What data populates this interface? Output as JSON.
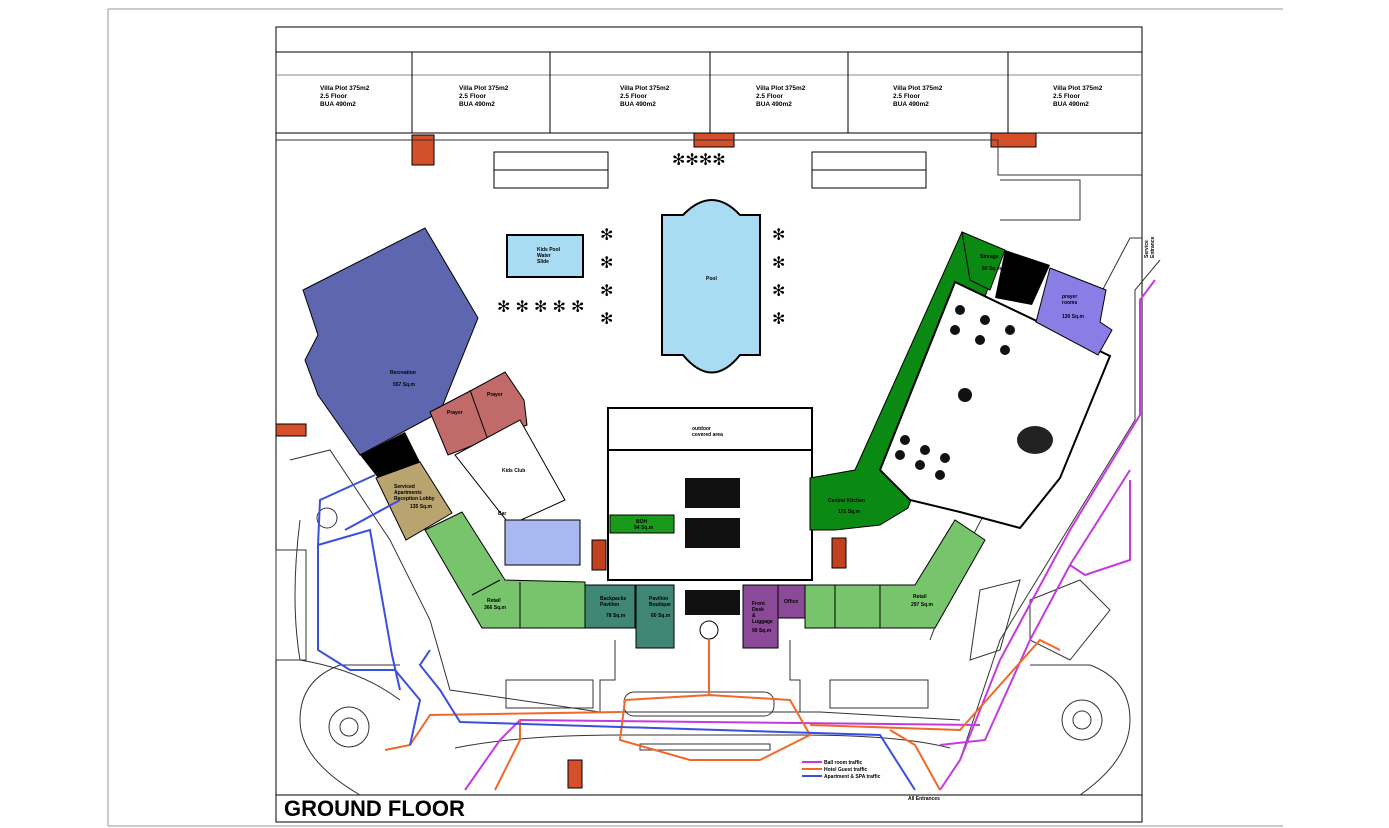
{
  "plan": {
    "title": "GROUND FLOOR",
    "villas": [
      {
        "l1": "Villa Plot 375m2",
        "l2": "2.5 Floor",
        "l3": "BUA 490m2"
      },
      {
        "l1": "Villa Plot 375m2",
        "l2": "2.5 Floor",
        "l3": "BUA 490m2"
      },
      {
        "l1": "Villa Plot 375m2",
        "l2": "2.5 Floor",
        "l3": "BUA 490m2"
      },
      {
        "l1": "Villa Plot 375m2",
        "l2": "2.5 Floor",
        "l3": "BUA 490m2"
      },
      {
        "l1": "Villa Plot 375m2",
        "l2": "2.5 Floor",
        "l3": "BUA 490m2"
      },
      {
        "l1": "Villa Plot 375m2",
        "l2": "2.5 Floor",
        "l3": "BUA 490m2"
      }
    ],
    "rooms": {
      "kids_pool": [
        "Kids Pool",
        "Water",
        "Slide"
      ],
      "pool": "Pool",
      "recreation": [
        "Recreation",
        "557 Sq.m"
      ],
      "prayer1": "Prayer",
      "prayer2": "Prayer",
      "serviced": [
        "Serviced",
        "Apartments",
        "Reception Lobby",
        "135 Sq.m"
      ],
      "kids_club": "Kids Club",
      "bar": "Bar",
      "outdoor": [
        "outdoor",
        "covered area"
      ],
      "boh": [
        "BOH",
        "54 Sq.m"
      ],
      "backpacks": [
        "Backpacks",
        "Pavilion",
        "78 Sq.m"
      ],
      "boutique": [
        "Pavilion",
        "Boutique",
        "60 Sq.m"
      ],
      "front_desk": [
        "Front",
        "Desk",
        "&",
        "Luggage",
        "90 Sq.m"
      ],
      "office": "Office",
      "retail_left": [
        "Retail",
        "366 Sq.m"
      ],
      "retail_right": [
        "Retail",
        "297 Sq.m"
      ],
      "central_kitchen": [
        "Central Kitchen",
        "171 Sq.m"
      ],
      "storage": [
        "Storage",
        "60 Sq.m"
      ],
      "prayer_rooms": [
        "prayer",
        "rooms",
        "130 Sq.m"
      ],
      "service_entrance": [
        "Service",
        "Entrance"
      ]
    },
    "legend": [
      {
        "label": "Ball room traffic",
        "color": "#c43ae0"
      },
      {
        "label": "Hotel Guest traffic",
        "color": "#f0682a"
      },
      {
        "label": "Apartment & SPA traffic",
        "color": "#3a4fe0"
      }
    ],
    "entrance": "All Entrances",
    "colors": {
      "recreation": "#5f66b0",
      "prayer": "#c06a6a",
      "lobby": "#b9a36e",
      "retail": "#77c46c",
      "kitchen": "#0a8a12",
      "lavender": "#8a7ee6",
      "teal": "#3f8674",
      "purple": "#8a4a98",
      "pool": "#a9dcf3"
    }
  }
}
